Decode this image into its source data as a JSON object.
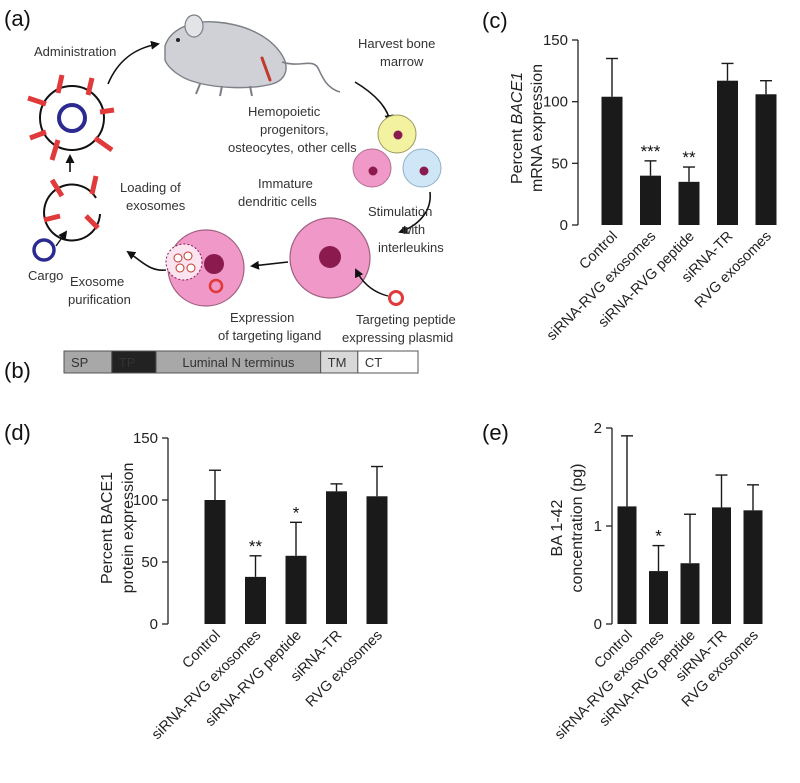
{
  "colors": {
    "bar": "#1a1a1a",
    "pink": "#f098c8",
    "pink_dark": "#8b1a4f",
    "nucleus": "#8b1a4f",
    "yellow_cell": "#f2f2a0",
    "blue_cell": "#cfe6f7",
    "ring_blue": "#2b2b8f",
    "ring_red": "#e03a3a",
    "seg_dark": "#222222",
    "seg_gray": "#a8a8a8",
    "seg_light": "#d8d8d8",
    "seg_white": "#ffffff"
  },
  "panel_a": {
    "letter": "(a)",
    "labels": {
      "administration": "Administration",
      "harvest_1": "Harvest bone",
      "harvest_2": "marrow",
      "hemo_1": "Hemopoietic",
      "hemo_2": "progenitors,",
      "hemo_3": "osteocytes, other cells",
      "stim_1": "Stimulation",
      "stim_2": "with",
      "stim_3": "interleukins",
      "immature_1": "Immature",
      "immature_2": "dendritic cells",
      "loading_1": "Loading of",
      "loading_2": "exosomes",
      "expression_1": "Expression",
      "expression_2": "of targeting ligand",
      "targeting_1": "Targeting peptide",
      "targeting_2": "expressing plasmid",
      "purification_1": "Exosome",
      "purification_2": "purification",
      "cargo": "Cargo"
    }
  },
  "panel_b": {
    "letter": "(b)",
    "segments": [
      {
        "label": "SP",
        "fill": "gray",
        "width": 0.135
      },
      {
        "label": "TP",
        "fill": "dark",
        "width": 0.125
      },
      {
        "label": "Luminal N terminus",
        "fill": "gray",
        "width": 0.465
      },
      {
        "label": "TM",
        "fill": "light",
        "width": 0.105
      },
      {
        "label": "CT",
        "fill": "white",
        "width": 0.17
      }
    ]
  },
  "chart_data": [
    {
      "panel": "(c)",
      "type": "bar",
      "categories": [
        "Control",
        "siRNA-RVG exosomes",
        "siRNA-RVG peptide",
        "siRNA-TR",
        "RVG exosomes"
      ],
      "values": [
        104,
        40,
        35,
        117,
        106
      ],
      "errors": [
        31,
        12,
        12,
        14,
        11
      ],
      "annotations": [
        "",
        "***",
        "**",
        "",
        ""
      ],
      "ylabel": "Percent BACE1 mRNA expression",
      "ylabel_line1_prefix": "Percent ",
      "ylabel_line1_italic": "BACE1",
      "ylabel_line2": "mRNA expression",
      "yticks": [
        "0",
        "50",
        "100",
        "150"
      ],
      "ylim": [
        0,
        150
      ]
    },
    {
      "panel": "(d)",
      "type": "bar",
      "categories": [
        "Control",
        "siRNA-RVG exosomes",
        "siRNA-RVG peptide",
        "siRNA-TR",
        "RVG exosomes"
      ],
      "values": [
        100,
        38,
        55,
        107,
        103
      ],
      "errors": [
        24,
        17,
        27,
        6,
        24
      ],
      "annotations": [
        "",
        "**",
        "*",
        "",
        ""
      ],
      "ylabel": "Percent BACE1 protein expression",
      "ylabel_line1": "Percent BACE1",
      "ylabel_line2": "protein expression",
      "yticks": [
        "0",
        "50",
        "100",
        "150"
      ],
      "ylim": [
        0,
        150
      ]
    },
    {
      "panel": "(e)",
      "type": "bar",
      "categories": [
        "Control",
        "siRNA-RVG exosomes",
        "siRNA-RVG peptide",
        "siRNA-TR",
        "RVG exosomes"
      ],
      "values": [
        1.2,
        0.54,
        0.62,
        1.19,
        1.16
      ],
      "errors": [
        0.72,
        0.26,
        0.5,
        0.33,
        0.26
      ],
      "annotations": [
        "",
        "*",
        "",
        "",
        ""
      ],
      "ylabel": "BA 1-42 concentration (pg)",
      "ylabel_line1": "BA 1-42",
      "ylabel_line2": "concentration (pg)",
      "yticks": [
        "0",
        "1",
        "2"
      ],
      "ylim": [
        0,
        2
      ]
    }
  ]
}
